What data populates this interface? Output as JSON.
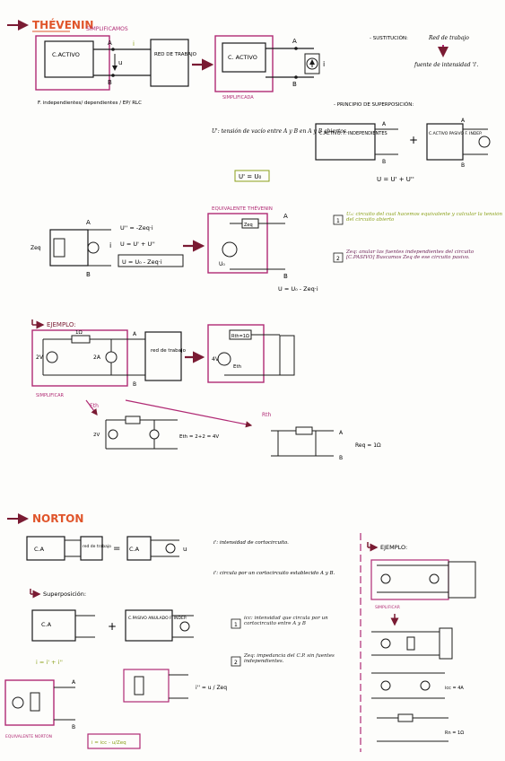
{
  "colors": {
    "ink": "#1a1a1a",
    "title": "#e0552b",
    "frame": "#b02a74",
    "note": "#8aa019",
    "arrow": "#7a1b33"
  },
  "thevenin": {
    "title": "THÉVENIN",
    "simplificamos": "SIMPLIFICAMOS",
    "c_activo": "C.ACTIVO",
    "red_label": "RED DE TRABAJO",
    "label_A": "A",
    "label_B": "B",
    "label_i": "i",
    "label_u": "u",
    "f_note": "F. independientes/ dependientes / EP/ RLC",
    "c_activo2": "C. ACTIVO",
    "simplificada": "SIMPLIFICADA",
    "sustitucion": "SUSTITUCIÓN:",
    "sustitucion_text": "Red de trabajo",
    "fuente_text": "fuente de intensidad 'i'.",
    "superposicion": "PRINCIPIO DE SUPERPOSICIÓN:",
    "sp_box1": "C.ACTIVO. F. INDEPENDIENTES",
    "sp_box2": "C.ACTIVO PASIVO F. INDEP.",
    "sp_formula": "U = U' + U''",
    "u_prime_def": "U': tensión de vacío entre A y B en A y B abiertos.",
    "u_prime_eq": "U' = U₀",
    "zeq": "Zeq",
    "eq_u2": "U'' = -Zeq·i",
    "eq_u": "U = U' + U''",
    "eq_final": "U = U₀ - Zeq·i",
    "equivalente_thevenin": "EQUIVALENTE THÉVENIN",
    "u0": "U₀",
    "eq_final2": "U = U₀ - Zeq·i",
    "note1_num": "1",
    "note1": "U₀: circuito del cual hacemos equivalente y calcular la tensión del circuito abierto",
    "note2_num": "2",
    "note2": "Zeq: anular las fuentes independientes del circuito [C.PASIVO] Buscamos Zeq de ese circuito pasivo."
  },
  "ejemplo1": {
    "title": "EJEMPLO:",
    "r1": "1Ω",
    "v_src": "2V",
    "i_src": "2A",
    "red": "red de trabajo",
    "simplificar": "SIMPLIFICAR",
    "rth": "Rth=1Ω",
    "eth_v": "4V",
    "eth": "Eth",
    "eth_label": "Eth",
    "rth_label": "Rth",
    "eth_calc": "Eth = 2+2 = 4V",
    "req": "Req = 1Ω"
  },
  "norton": {
    "title": "NORTON",
    "ca": "C.A",
    "red": "red de trabajo",
    "i_prime_def": "i': intensidad de cortocircuito.",
    "i_def": "i': circula por un cortocircuito establecido A y B.",
    "superposicion": "Superposición:",
    "c_pasivo": "C.PASIVO ANULADO F. INDEP.",
    "i_formula": "i = i' + i''",
    "note1_num": "1",
    "note1": "icc: intensidad que circula por un cortocircuito entre A y B",
    "note2_num": "2",
    "note2": "Zeq: impedancia del C.P. sin fuentes independientes.",
    "i_frac": "i'' = u / Zeq",
    "eq_label": "EQUIVALENTE NORTON",
    "icc_frac": "i = icc - u/Zeq",
    "ejemplo": "EJEMPLO:",
    "simplificar": "SIMPLIFICAR",
    "icc": "icc = 4A",
    "rn": "Rn = 1Ω"
  }
}
